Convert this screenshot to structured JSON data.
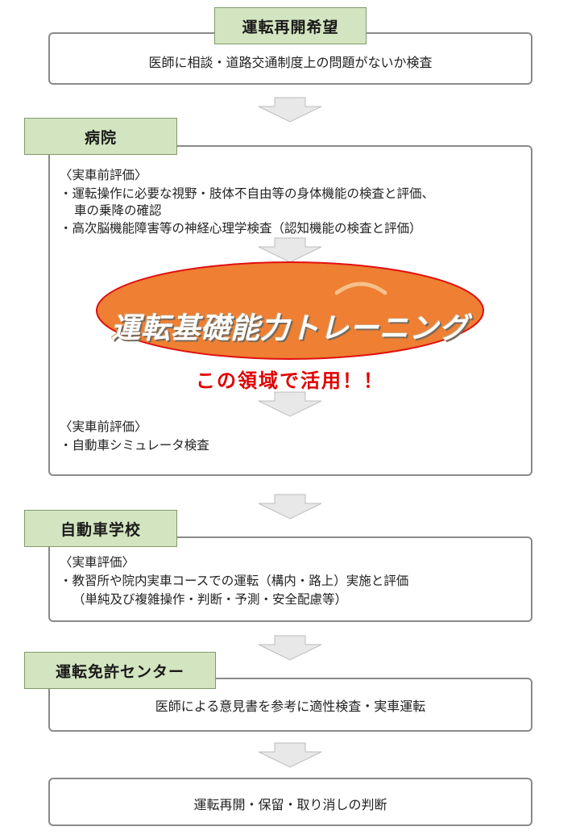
{
  "section1": {
    "tag": "運転再開希望",
    "text": "医師に相談・道路交通制度上の問題がないか検査"
  },
  "section2": {
    "tag": "病院",
    "heading1": "〈実車前評価〉",
    "line1": "・運転操作に必要な視野・肢体不自由等の身体機能の検査と評価、",
    "line2": "車の乗降の確認",
    "line3": "・高次脳機能障害等の神経心理学検査（認知機能の検査と評価）",
    "oval": "運転基礎能力トレーニング",
    "highlight": "この領域で活用！！",
    "heading2": "〈実車前評価〉",
    "line4": "・自動車シミュレータ検査"
  },
  "section3": {
    "tag": "自動車学校",
    "heading": "〈実車評価〉",
    "line1": "・教習所や院内実車コースでの運転（構内・路上）実施と評価",
    "line2": "（単純及び複雑操作・判断・予測・安全配慮等）"
  },
  "section4": {
    "tag": "運転免許センター",
    "text": "医師による意見書を参考に適性検査・実車運転"
  },
  "section5": {
    "text": "運転再開・保留・取り消しの判断"
  },
  "colors": {
    "tag_fill": "#d3e5c0",
    "oval_fill": "#ee7f33",
    "oval_border": "#e01010",
    "highlight": "#e00000",
    "arrow_fill": "#e8e8e8"
  }
}
